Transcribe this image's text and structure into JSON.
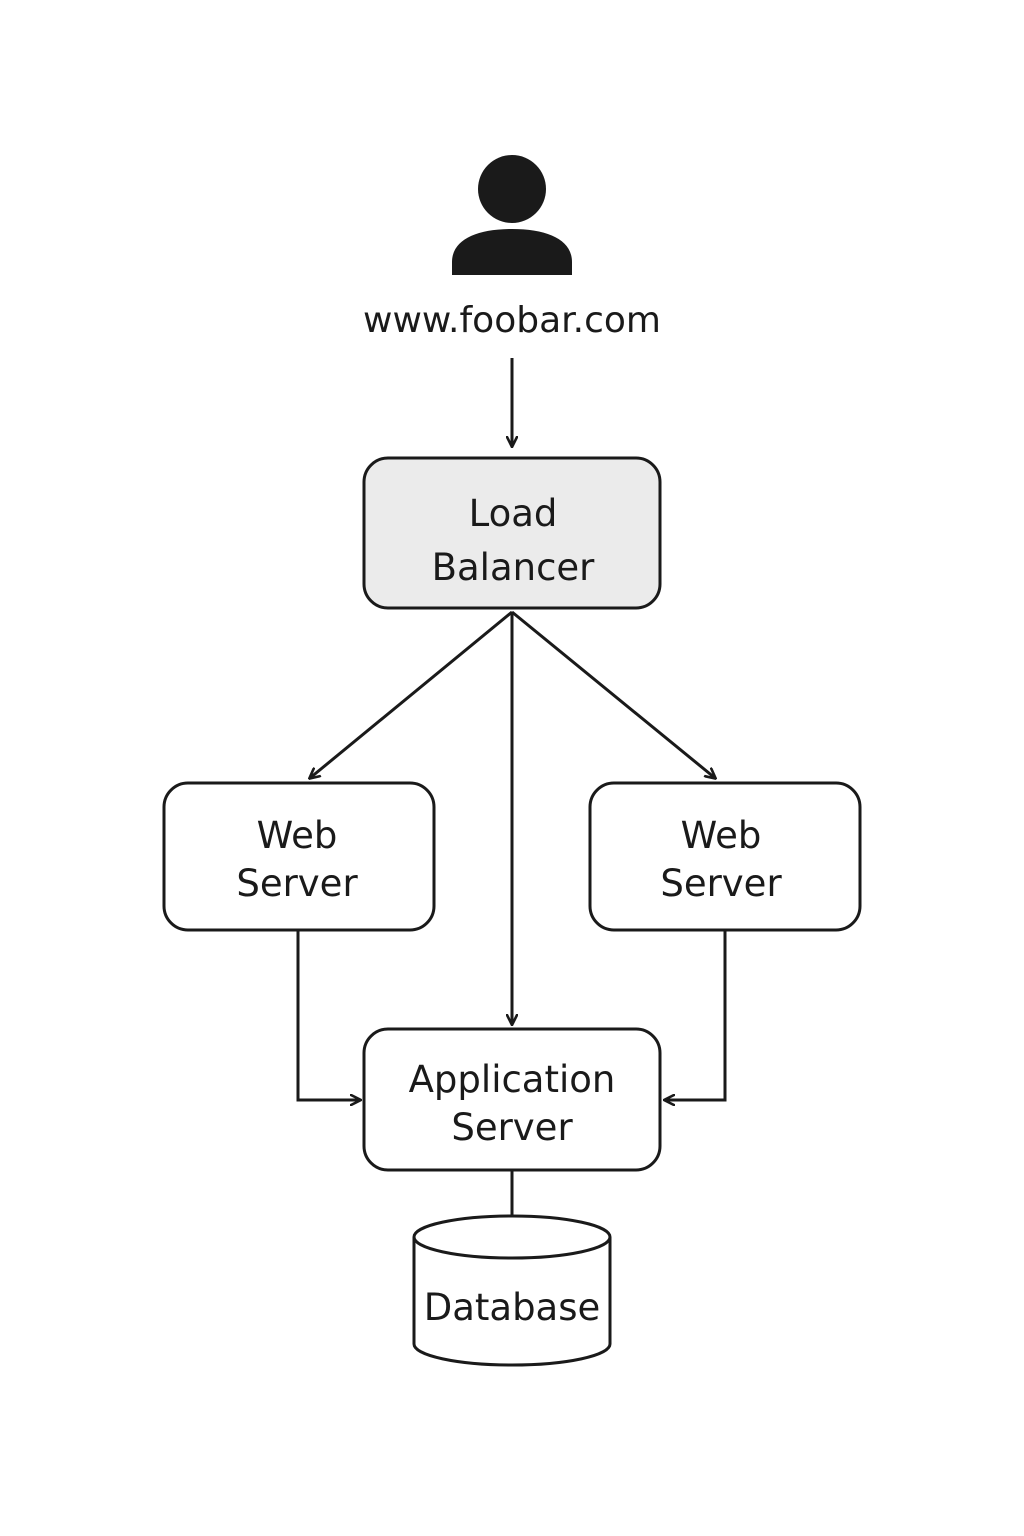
{
  "diagram": {
    "user": {
      "icon": "user-icon",
      "label": "www.foobar.com"
    },
    "load_balancer": {
      "line1": "Load",
      "line2": "Balancer",
      "fill": "#ebebeb"
    },
    "web_server_left": {
      "line1": "Web",
      "line2": "Server"
    },
    "web_server_right": {
      "line1": "Web",
      "line2": "Server"
    },
    "application_server": {
      "line1": "Application",
      "line2": "Server"
    },
    "database": {
      "icon": "database-cylinder-icon",
      "label": "Database"
    },
    "colors": {
      "stroke": "#1a1a1a",
      "background": "#ffffff"
    }
  }
}
